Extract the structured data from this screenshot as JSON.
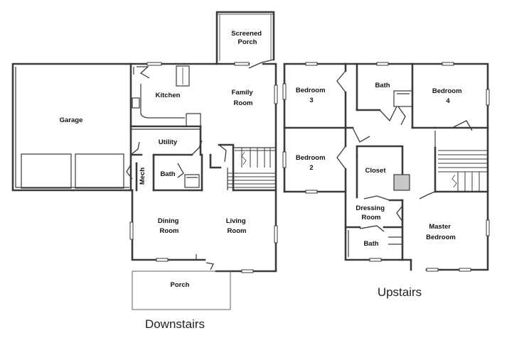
{
  "downstairs": {
    "title": "Downstairs",
    "rooms": {
      "screened_porch": [
        "Screened",
        "Porch"
      ],
      "garage": "Garage",
      "kitchen": "Kitchen",
      "family_room": [
        "Family",
        "Room"
      ],
      "utility": "Utility",
      "mech": "Mech",
      "bath": "Bath",
      "dining_room": [
        "Dining",
        "Room"
      ],
      "living_room": [
        "Living",
        "Room"
      ],
      "porch": "Porch"
    }
  },
  "upstairs": {
    "title": "Upstairs",
    "rooms": {
      "bedroom3": [
        "Bedroom",
        "3"
      ],
      "bath_top": "Bath",
      "bedroom4": [
        "Bedroom",
        "4"
      ],
      "bedroom2": [
        "Bedroom",
        "2"
      ],
      "closet": "Closet",
      "dressing_room": [
        "Dressing",
        "Room"
      ],
      "master_bedroom": [
        "Master",
        "Bedroom"
      ],
      "bath_bottom": "Bath"
    }
  }
}
